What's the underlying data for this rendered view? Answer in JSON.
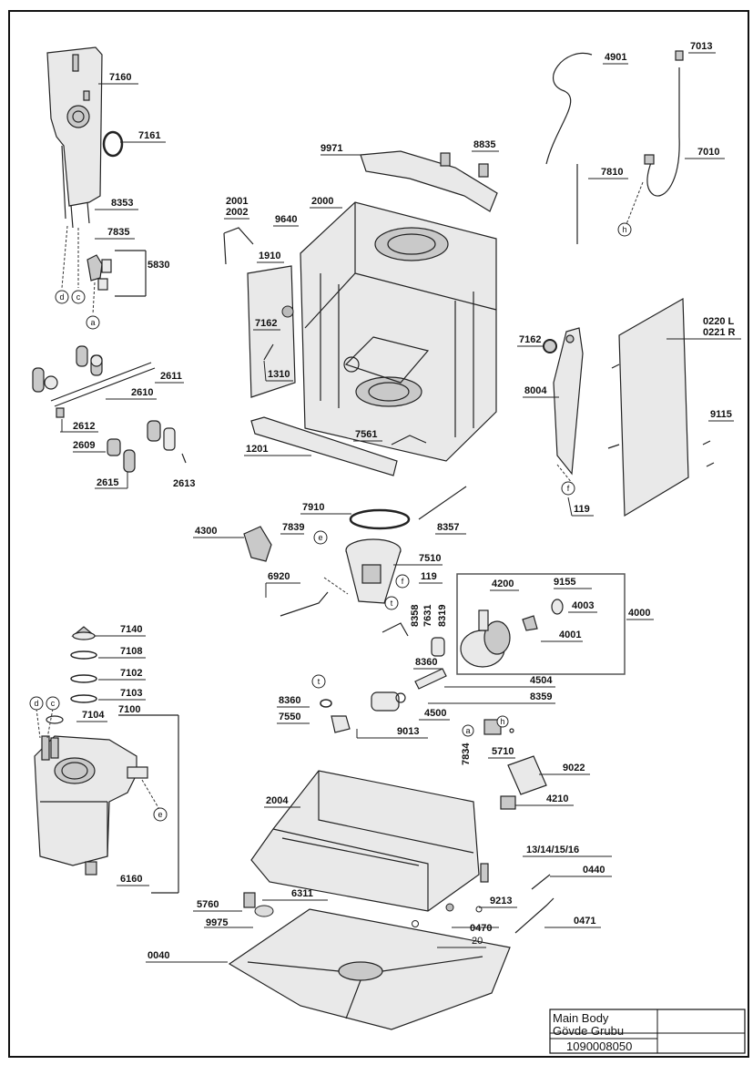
{
  "title_block": {
    "name_en": "Main Body",
    "name_tr": "Gövde Grubu",
    "code": "1090008050"
  },
  "part_labels": [
    {
      "id": "7160",
      "text": "7160"
    },
    {
      "id": "7161",
      "text": "7161"
    },
    {
      "id": "8353",
      "text": "8353"
    },
    {
      "id": "7835",
      "text": "7835"
    },
    {
      "id": "5830",
      "text": "5830"
    },
    {
      "id": "2611",
      "text": "2611"
    },
    {
      "id": "2610",
      "text": "2610"
    },
    {
      "id": "2612",
      "text": "2612"
    },
    {
      "id": "2609",
      "text": "2609"
    },
    {
      "id": "2615",
      "text": "2615"
    },
    {
      "id": "2613",
      "text": "2613"
    },
    {
      "id": "2001",
      "text": "2001"
    },
    {
      "id": "2002",
      "text": "2002"
    },
    {
      "id": "9640",
      "text": "9640"
    },
    {
      "id": "2000",
      "text": "2000"
    },
    {
      "id": "9971",
      "text": "9971"
    },
    {
      "id": "8835",
      "text": "8835"
    },
    {
      "id": "1910",
      "text": "1910"
    },
    {
      "id": "7162a",
      "text": "7162"
    },
    {
      "id": "1310",
      "text": "1310"
    },
    {
      "id": "1201",
      "text": "1201"
    },
    {
      "id": "7561",
      "text": "7561"
    },
    {
      "id": "4901",
      "text": "4901"
    },
    {
      "id": "7013",
      "text": "7013"
    },
    {
      "id": "7010",
      "text": "7010"
    },
    {
      "id": "7810",
      "text": "7810"
    },
    {
      "id": "7162b",
      "text": "7162"
    },
    {
      "id": "8004",
      "text": "8004"
    },
    {
      "id": "0220",
      "text": "0220 L"
    },
    {
      "id": "0221",
      "text": "0221 R"
    },
    {
      "id": "9115",
      "text": "9115"
    },
    {
      "id": "119a",
      "text": "119"
    },
    {
      "id": "7910",
      "text": "7910"
    },
    {
      "id": "4300",
      "text": "4300"
    },
    {
      "id": "7839",
      "text": "7839"
    },
    {
      "id": "8357",
      "text": "8357"
    },
    {
      "id": "7510",
      "text": "7510"
    },
    {
      "id": "119b",
      "text": "119"
    },
    {
      "id": "6920",
      "text": "6920"
    },
    {
      "id": "8358",
      "text": "8358"
    },
    {
      "id": "7631",
      "text": "7631"
    },
    {
      "id": "8319",
      "text": "8319"
    },
    {
      "id": "4200",
      "text": "4200"
    },
    {
      "id": "9155",
      "text": "9155"
    },
    {
      "id": "4003",
      "text": "4003"
    },
    {
      "id": "4001",
      "text": "4001"
    },
    {
      "id": "4000",
      "text": "4000"
    },
    {
      "id": "8360a",
      "text": "8360"
    },
    {
      "id": "4504",
      "text": "4504"
    },
    {
      "id": "8359",
      "text": "8359"
    },
    {
      "id": "8360b",
      "text": "8360"
    },
    {
      "id": "4500",
      "text": "4500"
    },
    {
      "id": "7550",
      "text": "7550"
    },
    {
      "id": "9013",
      "text": "9013"
    },
    {
      "id": "7834",
      "text": "7834"
    },
    {
      "id": "5710",
      "text": "5710"
    },
    {
      "id": "9022",
      "text": "9022"
    },
    {
      "id": "4210",
      "text": "4210"
    },
    {
      "id": "7140",
      "text": "7140"
    },
    {
      "id": "7108",
      "text": "7108"
    },
    {
      "id": "7102",
      "text": "7102"
    },
    {
      "id": "7103",
      "text": "7103"
    },
    {
      "id": "7104",
      "text": "7104"
    },
    {
      "id": "7100",
      "text": "7100"
    },
    {
      "id": "6160",
      "text": "6160"
    },
    {
      "id": "2004",
      "text": "2004"
    },
    {
      "id": "13_16",
      "text": "13/14/15/16"
    },
    {
      "id": "0440",
      "text": "0440"
    },
    {
      "id": "5760",
      "text": "5760"
    },
    {
      "id": "6311",
      "text": "6311"
    },
    {
      "id": "9213",
      "text": "9213"
    },
    {
      "id": "9975",
      "text": "9975"
    },
    {
      "id": "0470",
      "text": "0470"
    },
    {
      "id": "0471",
      "text": "0471"
    },
    {
      "id": "20",
      "text": "20"
    },
    {
      "id": "0040",
      "text": "0040"
    }
  ],
  "callouts": {
    "d": "d",
    "c": "c",
    "a": "a",
    "h": "h",
    "f": "f",
    "e": "e",
    "t": "t"
  }
}
